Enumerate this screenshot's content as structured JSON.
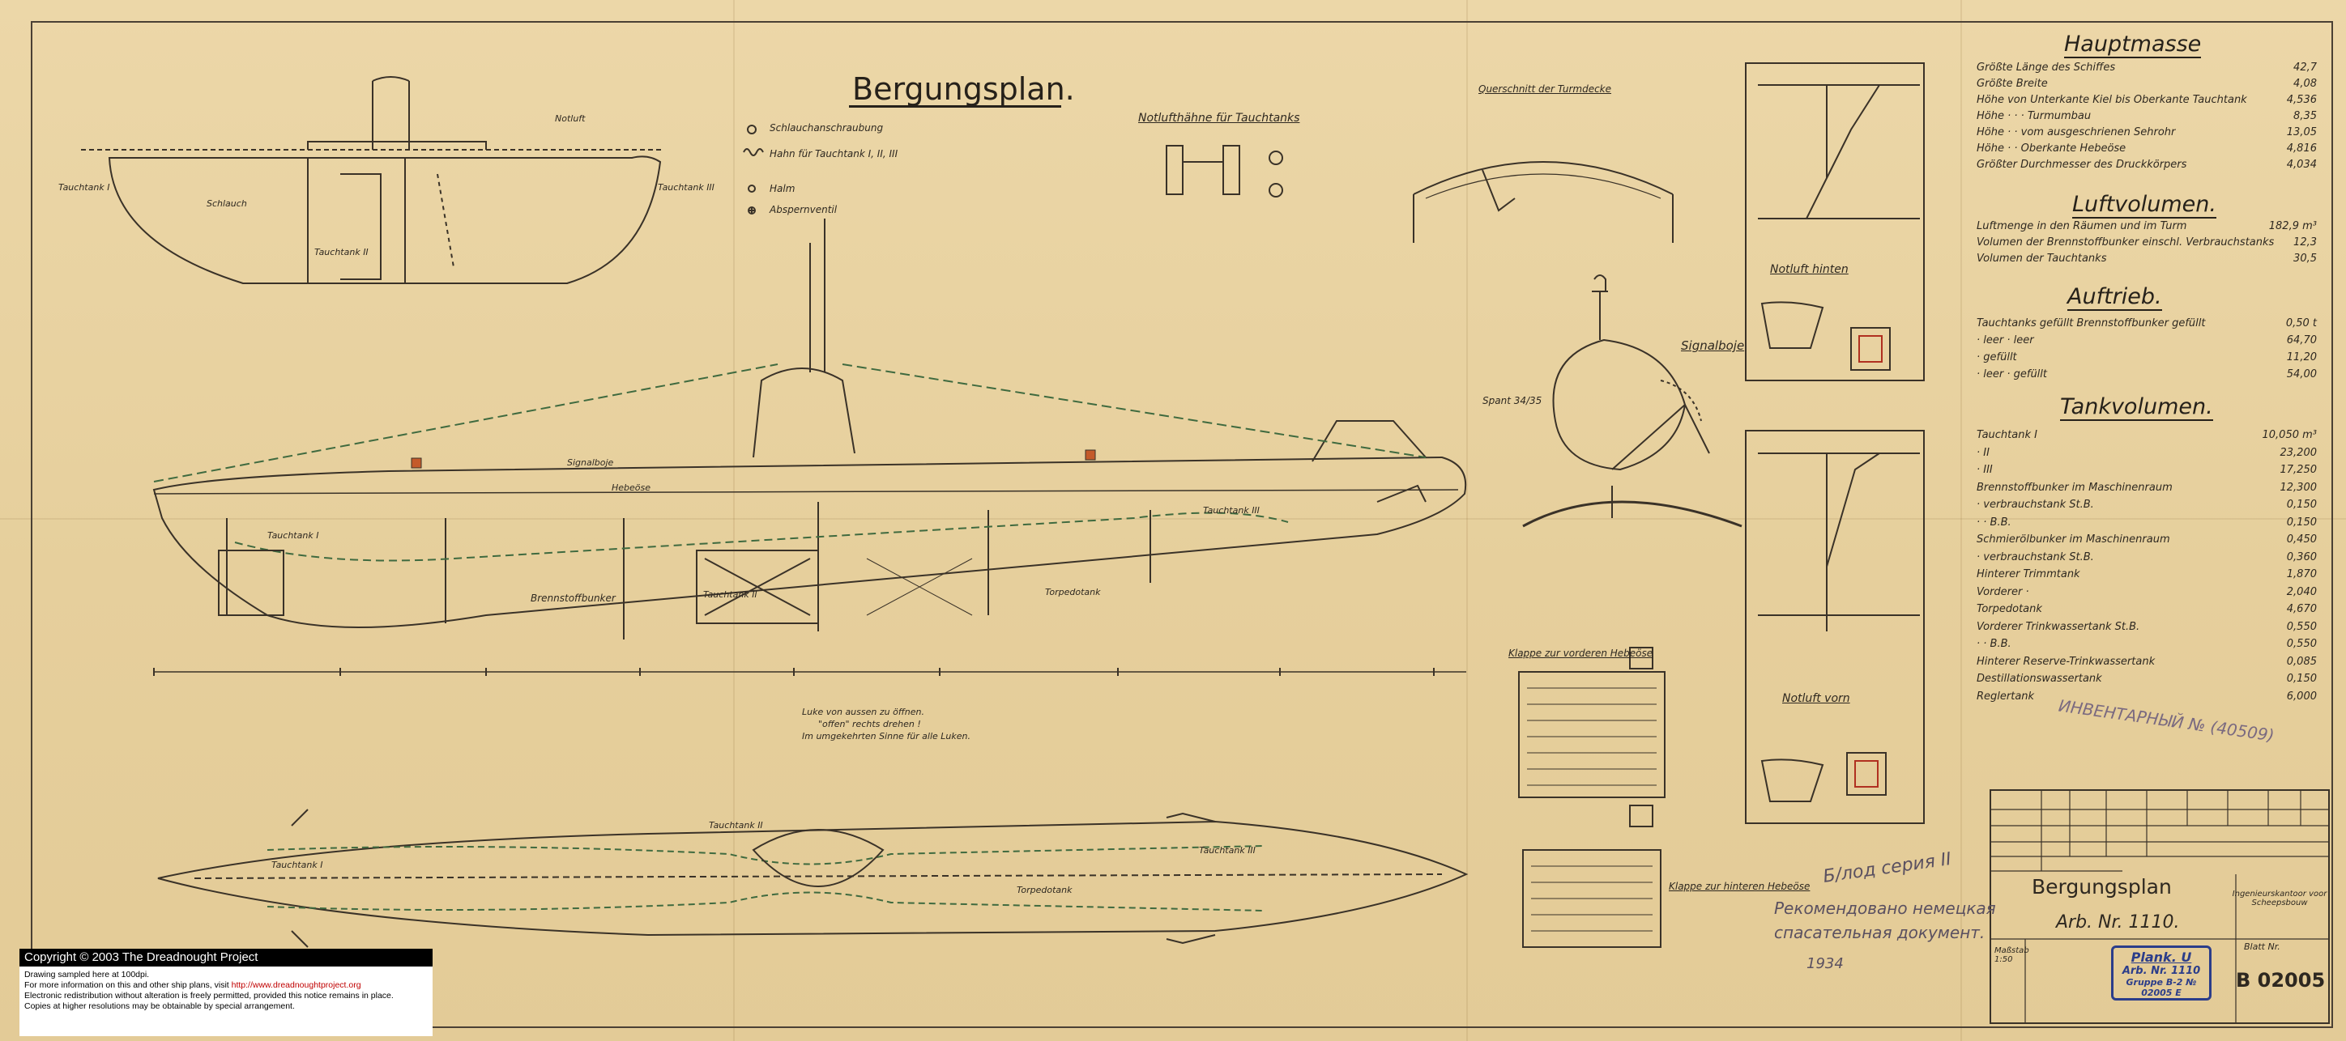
{
  "drawing": {
    "title": "Bergungsplan.",
    "legend": [
      {
        "icon": "hose-icon",
        "text": "Schlauchanschraubung"
      },
      {
        "icon": "valve-icon",
        "text": "Hahn für Tauchtank I, II, III"
      },
      {
        "icon": "cock-icon",
        "text": "Halm"
      },
      {
        "icon": "signal-icon",
        "text": "Abspernventil"
      }
    ],
    "sections": {
      "notluft_haehne": "Notlufthähne für Tauchtanks",
      "querschnitt": "Querschnitt der Turmdecke",
      "signalboje": "Signalboje",
      "notluft_hinten": "Notluft hinten",
      "notluft_vorn": "Notluft vorn",
      "klappe_vorn": "Klappe zur vorderen Hebeöse",
      "klappe_hinten": "Klappe zur hinteren Hebeöse",
      "spant": "Spant 34/35",
      "luke_note": "Luke von aussen zu öffnen.",
      "luke_note2": "\"offen\" rechts drehen !",
      "luke_note3": "Im umgekehrten Sinne für alle Luken."
    },
    "labels": {
      "tauchtank_1": "Tauchtank I",
      "tauchtank_2": "Tauchtank II",
      "tauchtank_3": "Tauchtank III",
      "schlauch": "Schlauch",
      "notluft": "Notluft",
      "brennstoffbunker": "Brennstoffbunker",
      "torpedotank": "Torpedotank",
      "hebeoese": "Hebeöse",
      "signalboje_small": "Signalboje"
    }
  },
  "hauptmasse": {
    "title": "Hauptmasse",
    "rows": [
      {
        "label": "Größte Länge des Schiffes",
        "value": "42,7"
      },
      {
        "label": "Größte Breite",
        "value": "4,08"
      },
      {
        "label": "Höhe von Unterkante Kiel bis Oberkante Tauchtank",
        "value": "4,536"
      },
      {
        "label": "Höhe      ·      ·      ·   Turmumbau",
        "value": "8,35"
      },
      {
        "label": "Höhe      ·      ·   vom ausgeschrienen Sehrohr",
        "value": "13,05"
      },
      {
        "label": "Höhe      ·      ·   Oberkante Hebeöse",
        "value": "4,816"
      },
      {
        "label": "Größter Durchmesser des Druckkörpers",
        "value": "4,034"
      }
    ]
  },
  "luftvolumen": {
    "title": "Luftvolumen.",
    "rows": [
      {
        "label": "Luftmenge in den Räumen und im Turm",
        "value": "182,9 m³"
      },
      {
        "label": "Volumen der Brennstoffbunker einschl. Verbrauchstanks",
        "value": "12,3"
      },
      {
        "label": "Volumen der Tauchtanks",
        "value": "30,5"
      }
    ]
  },
  "auftrieb": {
    "title": "Auftrieb.",
    "rows": [
      {
        "label": "Tauchtanks gefüllt   Brennstoffbunker gefüllt",
        "value": "0,50 t"
      },
      {
        "label": "      ·      leer       ·      leer",
        "value": "64,70"
      },
      {
        "label": "      ·      gefüllt",
        "value": "11,20"
      },
      {
        "label": "      ·      leer       ·      gefüllt",
        "value": "54,00"
      }
    ]
  },
  "tankvolumen": {
    "title": "Tankvolumen.",
    "rows": [
      {
        "label": "Tauchtank I",
        "value": "10,050 m³"
      },
      {
        "label": "      ·      II",
        "value": "23,200"
      },
      {
        "label": "      ·      III",
        "value": "17,250"
      },
      {
        "label": "Brennstoffbunker im Maschinenraum",
        "value": "12,300"
      },
      {
        "label": "      ·      verbrauchstank   St.B.",
        "value": "0,150"
      },
      {
        "label": "      ·      ·      B.B.",
        "value": "0,150"
      },
      {
        "label": "Schmierölbunker im Maschinenraum",
        "value": "0,450"
      },
      {
        "label": "      ·      verbrauchstank   St.B.",
        "value": "0,360"
      },
      {
        "label": "Hinterer Trimmtank",
        "value": "1,870"
      },
      {
        "label": "Vorderer      ·",
        "value": "2,040"
      },
      {
        "label": "Torpedotank",
        "value": "4,670"
      },
      {
        "label": "Vorderer Trinkwassertank   St.B.",
        "value": "0,550"
      },
      {
        "label": "      ·      ·      B.B.",
        "value": "0,550"
      },
      {
        "label": "Hinterer Reserve-Trinkwassertank",
        "value": "0,085"
      },
      {
        "label": "Destillationswassertank",
        "value": "0,150"
      },
      {
        "label": "Reglertank",
        "value": "6,000"
      }
    ]
  },
  "title_block": {
    "name": "Bergungsplan",
    "number": "Arb. Nr. 1110.",
    "scale": "Maßstab 1:50",
    "sheet": "Blatt Nr.",
    "code": "B 02005",
    "office": "Ingenieurskantoor voor Scheepsbouw"
  },
  "stamp": {
    "line1": "Plank. U",
    "line2": "Arb. Nr. 1110",
    "line3": "Gruppe B-2  № 02005 E"
  },
  "handwritten": {
    "pencil_1": "Б/лод серия II",
    "pencil_2": "Рекомендовано немецкая",
    "pencil_3": "спасательная документ.",
    "pencil_4": "1934",
    "stamp_faint": "ИНВЕНТАРНЫЙ № (40509)"
  },
  "copyright": {
    "title": "Copyright © 2003 The Dreadnought Project",
    "line1": "Drawing sampled here at 100dpi.",
    "line2_pre": "For more information on this and other ship plans, visit ",
    "line2_url": "http://www.dreadnoughtproject.org",
    "line3": "Electronic redistribution without alteration is freely permitted, provided this notice remains in place.",
    "line4": "Copies at higher resolutions may be obtainable by special arrangement."
  },
  "colors": {
    "paper": "#e9d4a4",
    "ink": "#2e2820",
    "stamp_blue": "#2b3d8a",
    "dash_green": "#3f6a3f"
  }
}
